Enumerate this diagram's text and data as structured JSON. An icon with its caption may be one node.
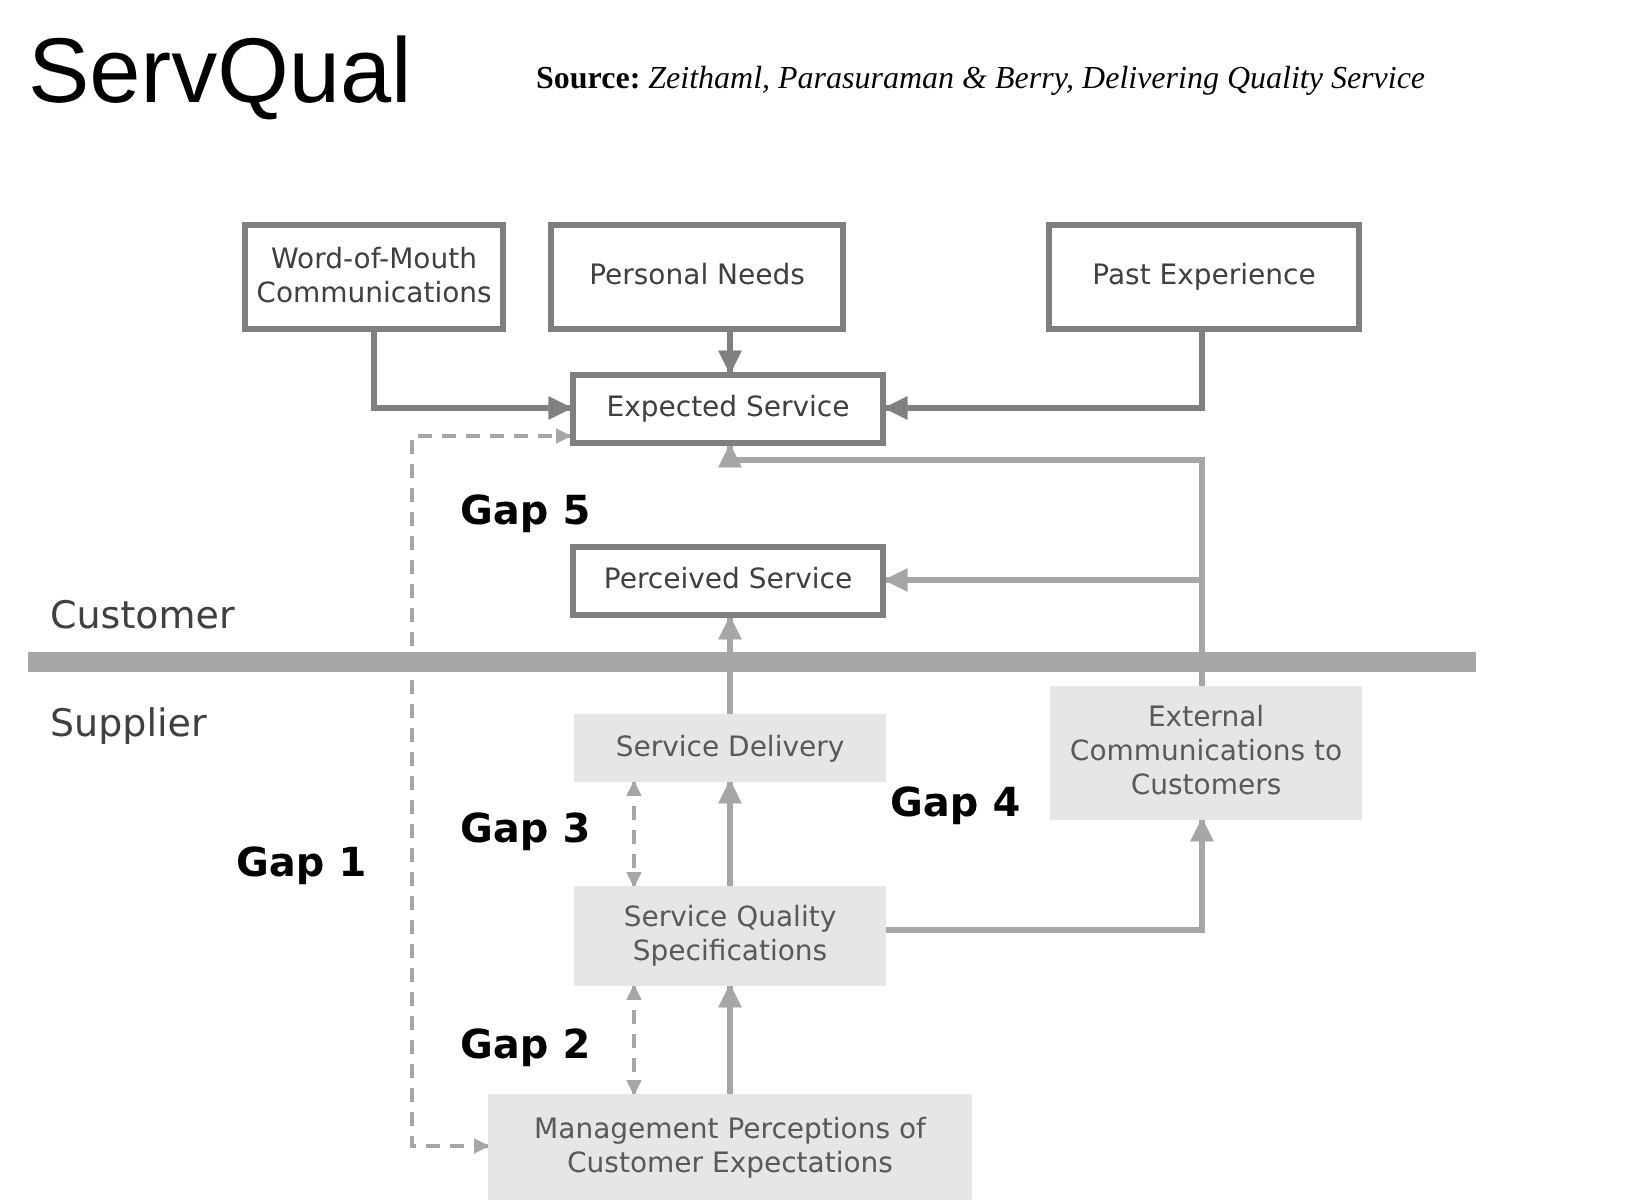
{
  "diagram": {
    "title": "ServQual",
    "caption": "**Source:** *Zeithaml, Parasuraman & Berry, Delivering Quality Service*",
    "nodes": [
      {
        "text": [
          "Word-of-Mouth Communications"
        ]
      },
      {
        "text": [
          "Personal Needs"
        ]
      },
      {
        "text": [
          "Past Experience"
        ]
      },
      {
        "text": [
          "Expected Service"
        ]
      },
      {
        "text": [
          "Perceived Service"
        ]
      },
      {
        "text": [
          "Service Delivery"
        ]
      },
      {
        "text": [
          "External Communications to Customers"
        ]
      },
      {
        "text": [
          "Service Quality Specifications"
        ]
      },
      {
        "text": [
          "Management Perceptions of Customer Expectations"
        ]
      }
    ],
    "edges": [
      {
        "from": 0,
        "to": 3,
        "arrow": "to",
        "color": "#808080"
      },
      {
        "from": 1,
        "to": 3,
        "arrow": "to",
        "color": "#808080"
      },
      {
        "from": 2,
        "to": 3,
        "arrow": "to",
        "color": "#808080"
      },
      {
        "from": 8,
        "to": 3,
        "arrow": "both",
        "style": "dashed"
      },
      {
        "from": 5,
        "to": 4,
        "arrow": "to"
      },
      {
        "from": 6,
        "to": 3,
        "arrow": "to"
      },
      {
        "from": 6,
        "to": 4,
        "arrow": "to"
      },
      {
        "from": 5,
        "to": 7,
        "arrow": "both",
        "style": "dashed"
      },
      {
        "from": 7,
        "to": 5,
        "arrow": "to"
      },
      {
        "from": 7,
        "to": 6,
        "arrow": "to"
      },
      {
        "from": 7,
        "to": 8,
        "arrow": "both",
        "style": "dashed"
      },
      {
        "from": 8,
        "to": 7,
        "arrow": "to"
      }
    ],
    "labels": [
      "Gap 5",
      "Customer",
      "Supplier",
      "Gap 3",
      "Gap 4",
      "Gap 1",
      "Gap 2"
    ]
  }
}
